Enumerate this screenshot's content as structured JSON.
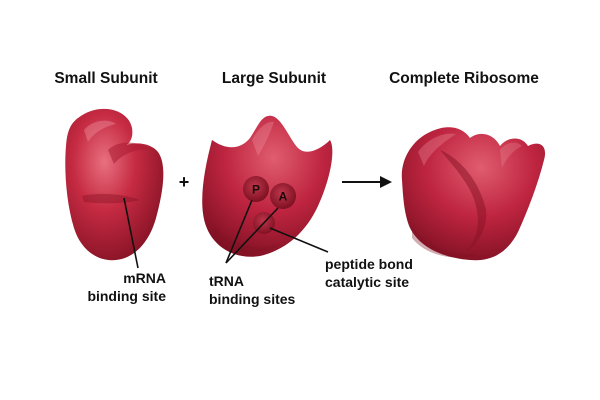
{
  "titles": {
    "small": "Small Subunit",
    "large": "Large Subunit",
    "complete": "Complete Ribosome"
  },
  "operators": {
    "plus": "+"
  },
  "sites": {
    "p": "P",
    "a": "A"
  },
  "labels": {
    "mrna_line1": "mRNA",
    "mrna_line2": "binding site",
    "trna_line1": "tRNA",
    "trna_line2": "binding sites",
    "peptide_line1": "peptide bond",
    "peptide_line2": "catalytic site"
  },
  "colors": {
    "subunit_base": "#c2283f",
    "subunit_dark": "#8a1426",
    "subunit_light": "#e56b7a",
    "site_fill": "#9c1a2d",
    "line": "#111111"
  }
}
